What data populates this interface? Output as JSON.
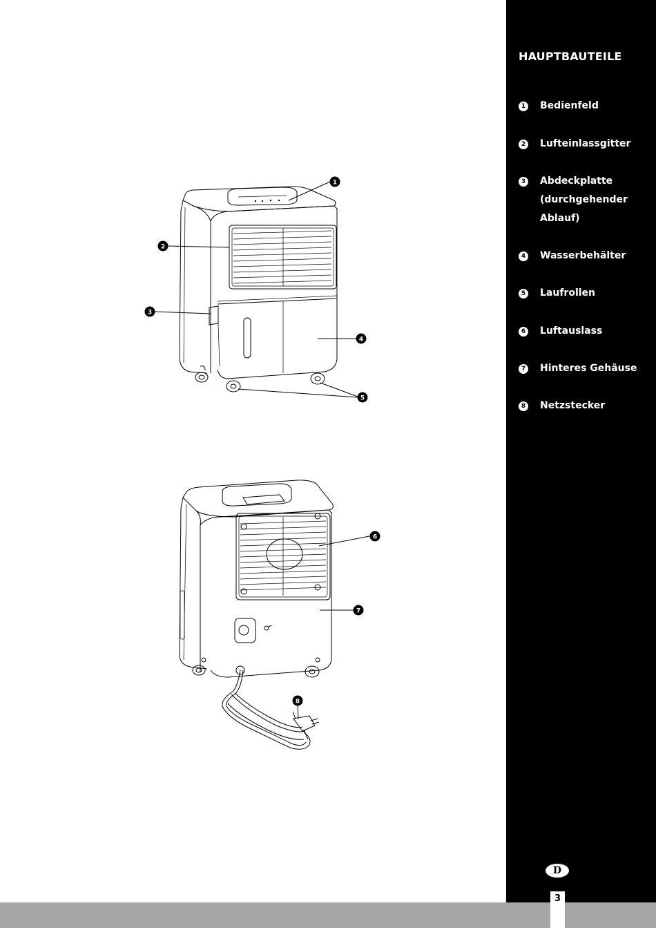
{
  "sidebar": {
    "title": "HAUPTBAUTEILE",
    "parts": [
      {
        "number": "1",
        "label": "Bedienfeld"
      },
      {
        "number": "2",
        "label": "Lufteinlassgitter"
      },
      {
        "number": "3",
        "label": "Abdeckplatte\n(durchgehender\nAblauf)"
      },
      {
        "number": "4",
        "label": "Wasserbehälter"
      },
      {
        "number": "5",
        "label": "Laufrollen"
      },
      {
        "number": "6",
        "label": "Luftauslass"
      },
      {
        "number": "7",
        "label": "Hinteres Gehäuse"
      },
      {
        "number": "8",
        "label": "Netzstecker"
      }
    ],
    "language_badge": "D"
  },
  "page_number": "3",
  "figure_callouts": {
    "front": [
      "1",
      "2",
      "3",
      "4",
      "5"
    ],
    "back": [
      "6",
      "7",
      "8"
    ]
  }
}
